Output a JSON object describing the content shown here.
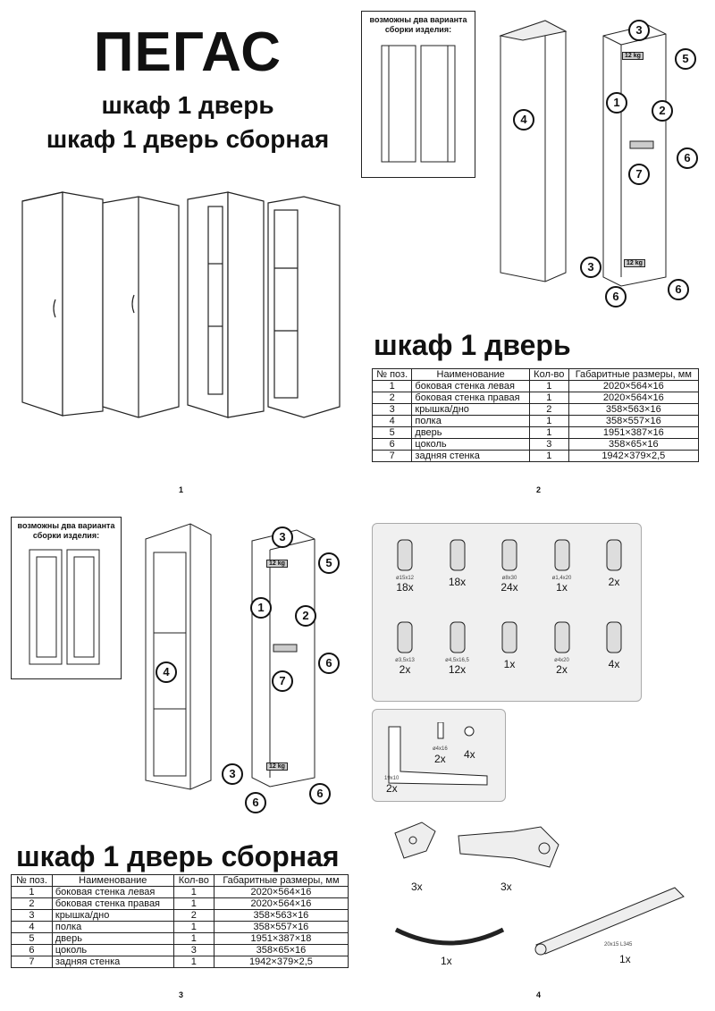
{
  "header": {
    "brand": "ПЕГАС",
    "line1": "шкаф 1 дверь",
    "line2": "шкаф 1 дверь сборная"
  },
  "variant_note": "возможны два варианта сборки изделия:",
  "page_numbers": [
    "1",
    "2",
    "3",
    "4"
  ],
  "section_single": {
    "title": "шкаф 1 дверь",
    "columns": [
      "№ поз.",
      "Наименование",
      "Кол-во",
      "Габаритные размеры, мм"
    ],
    "rows": [
      [
        "1",
        "боковая стенка левая",
        "1",
        "2020×564×16"
      ],
      [
        "2",
        "боковая стенка правая",
        "1",
        "2020×564×16"
      ],
      [
        "3",
        "крышка/дно",
        "2",
        "358×563×16"
      ],
      [
        "4",
        "полка",
        "1",
        "358×557×16"
      ],
      [
        "5",
        "дверь",
        "1",
        "1951×387×16"
      ],
      [
        "6",
        "цоколь",
        "3",
        "358×65×16"
      ],
      [
        "7",
        "задняя стенка",
        "1",
        "1942×379×2,5"
      ]
    ]
  },
  "section_assembled": {
    "title": "шкаф 1 дверь сборная",
    "columns": [
      "№ поз.",
      "Наименование",
      "Кол-во",
      "Габаритные размеры, мм"
    ],
    "rows": [
      [
        "1",
        "боковая стенка левая",
        "1",
        "2020×564×16"
      ],
      [
        "2",
        "боковая стенка правая",
        "1",
        "2020×564×16"
      ],
      [
        "3",
        "крышка/дно",
        "2",
        "358×563×16"
      ],
      [
        "4",
        "полка",
        "1",
        "358×557×16"
      ],
      [
        "5",
        "дверь",
        "1",
        "1951×387×18"
      ],
      [
        "6",
        "цоколь",
        "3",
        "358×65×16"
      ],
      [
        "7",
        "задняя стенка",
        "1",
        "1942×379×2,5"
      ]
    ]
  },
  "callouts": [
    "1",
    "2",
    "3",
    "3",
    "4",
    "5",
    "6",
    "6",
    "6",
    "7"
  ],
  "weight_label": "12 kg",
  "hardware": {
    "row1": [
      {
        "icon": "cam-lock-icon",
        "size": "ø15х12",
        "qty": "18x"
      },
      {
        "icon": "cam-bolt-icon",
        "size": "",
        "qty": "18x"
      },
      {
        "icon": "dowel-icon",
        "size": "ø8х30",
        "qty": "24x"
      },
      {
        "icon": "nails-bag-icon",
        "size": "ø1,4х20",
        "qty": "1x"
      },
      {
        "icon": "rod-holder-icon",
        "size": "",
        "qty": "2x"
      }
    ],
    "row2": [
      {
        "icon": "screw-icon",
        "size": "ø3,5х13",
        "qty": "2x"
      },
      {
        "icon": "screw-icon",
        "size": "ø4,5х16,5",
        "qty": "12x"
      },
      {
        "icon": "plate-icon",
        "size": "",
        "qty": "1x"
      },
      {
        "icon": "long-screw-icon",
        "size": "ø4х20",
        "qty": "2x"
      },
      {
        "icon": "shelf-support-icon",
        "size": "",
        "qty": "4x"
      }
    ],
    "bracket": {
      "size": "19х10",
      "qty": "2x",
      "screw_size": "ø4х16",
      "screw_qty": "2x",
      "washer_qty": "4x"
    },
    "hinges": [
      {
        "qty": "3x"
      },
      {
        "qty": "3x"
      }
    ],
    "handle_qty": "1x",
    "rod": {
      "size": "20х15 L345",
      "qty": "1x"
    }
  }
}
